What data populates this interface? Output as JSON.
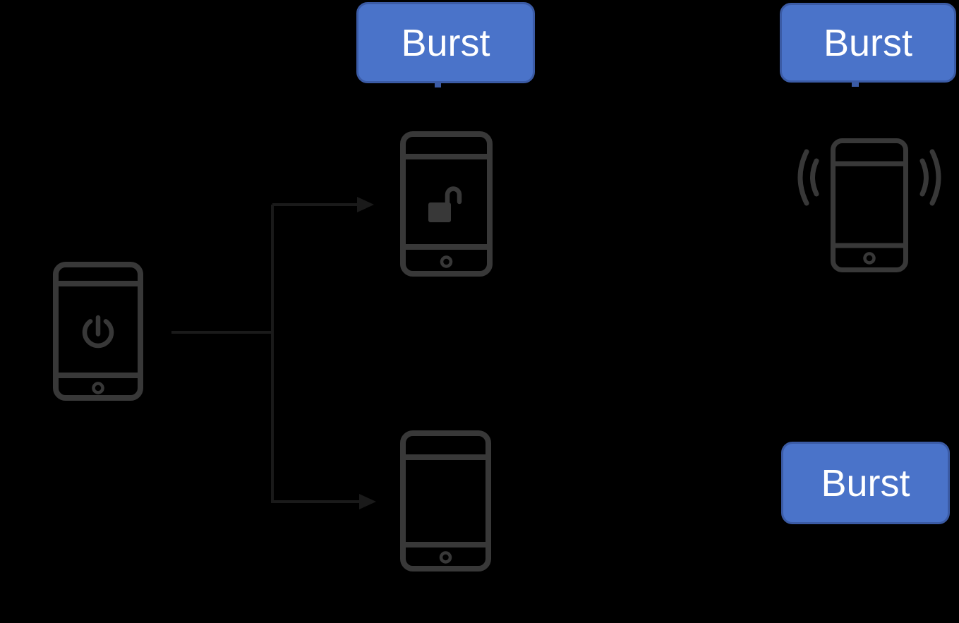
{
  "badges": {
    "top_center": {
      "label": "Burst"
    },
    "top_right": {
      "label": "Burst"
    },
    "bottom_right": {
      "label": "Burst"
    }
  },
  "icons": {
    "source_phone": "power-icon",
    "top_center_phone": "unlock-icon",
    "bottom_center_phone": "blank-screen",
    "right_phone": "vibration-waves-icon",
    "all_phones": "home-button-icon"
  },
  "connections": [
    {
      "from": "source-phone",
      "to": "unlocked-phone",
      "style": "elbow-arrow"
    },
    {
      "from": "source-phone",
      "to": "idle-phone",
      "style": "elbow-arrow"
    }
  ],
  "colors": {
    "background": "#000000",
    "badge_fill": "#4a73c9",
    "badge_border": "#3b5ba5",
    "badge_text": "#ffffff",
    "phone_stroke": "#383838",
    "arrow": "#1a1a1a"
  }
}
